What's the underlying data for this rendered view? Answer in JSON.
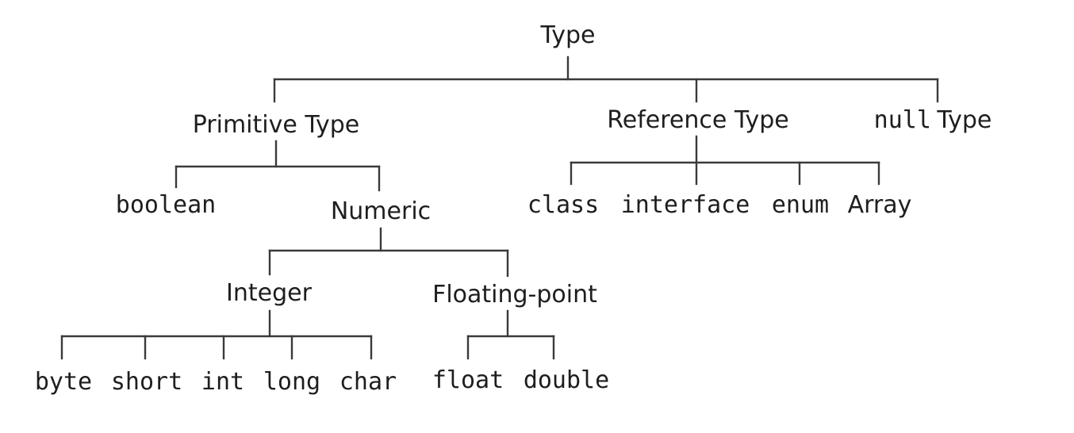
{
  "diagram": {
    "root": {
      "label": "Type",
      "children": [
        {
          "label": "Primitive Type",
          "children": [
            {
              "label": "boolean"
            },
            {
              "label": "Numeric",
              "children": [
                {
                  "label": "Integer",
                  "children": [
                    {
                      "label": "byte"
                    },
                    {
                      "label": "short"
                    },
                    {
                      "label": "int"
                    },
                    {
                      "label": "long"
                    },
                    {
                      "label": "char"
                    }
                  ]
                },
                {
                  "label": "Floating-point",
                  "children": [
                    {
                      "label": "float"
                    },
                    {
                      "label": "double"
                    }
                  ]
                }
              ]
            }
          ]
        },
        {
          "label": "Reference Type",
          "children": [
            {
              "label": "class"
            },
            {
              "label": "interface"
            },
            {
              "label": "enum"
            },
            {
              "label": "Array"
            }
          ]
        },
        {
          "label": "null Type",
          "prefix": "null",
          "suffix": "Type"
        }
      ]
    }
  }
}
